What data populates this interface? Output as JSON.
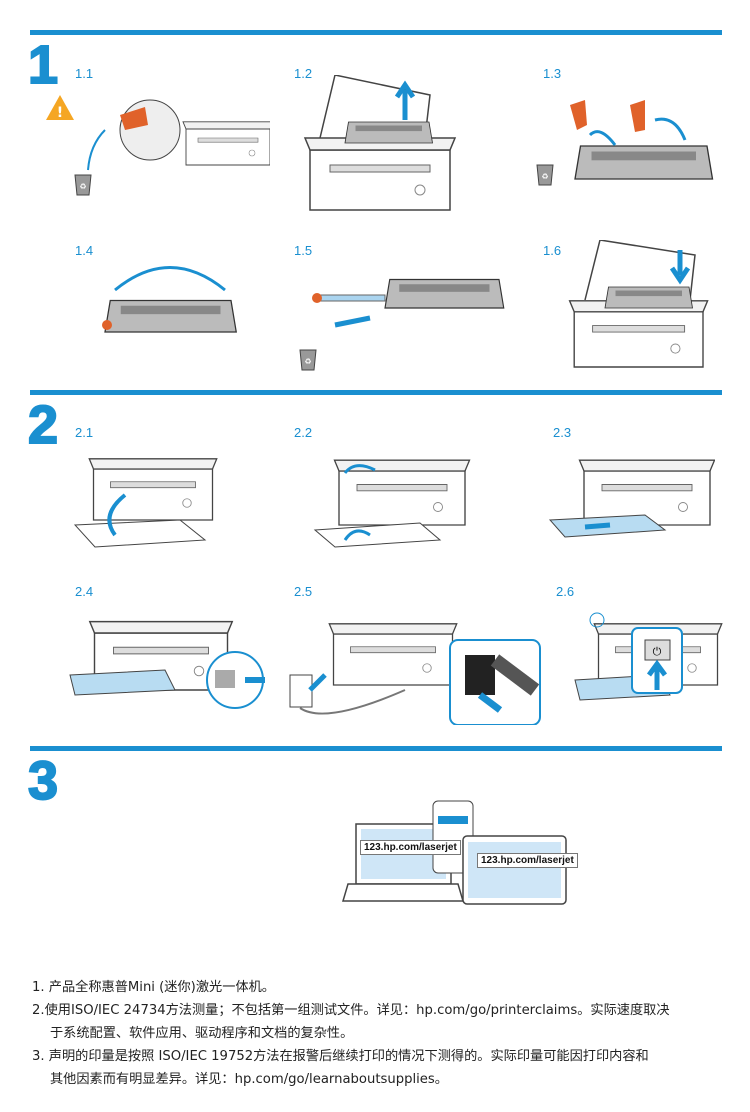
{
  "sections": [
    {
      "number": "1",
      "steps": [
        "1.1",
        "1.2",
        "1.3",
        "1.4",
        "1.5",
        "1.6"
      ]
    },
    {
      "number": "2",
      "steps": [
        "2.1",
        "2.2",
        "2.3",
        "2.4",
        "2.5",
        "2.6"
      ]
    },
    {
      "number": "3"
    }
  ],
  "setup_url": "123.hp.com/laserjet",
  "footnotes": [
    "1. 产品全称惠普Mini (迷你)激光一体机。",
    "2.使用ISO/IEC 24734方法测量；不包括第一组测试文件。详见：hp.com/go/printerclaims。实际速度取决",
    "于系统配置、软件应用、驱动程序和文档的复杂性。",
    "3. 声明的印量是按照 ISO/IEC 19752方法在报警后继续打印的情况下测得的。实际印量可能因打印内容和",
    "其他因素而有明显差异。详见：hp.com/go/learnaboutsupplies。"
  ],
  "colors": {
    "accent": "#1a8fd0",
    "warning": "#f5a623",
    "tab": "#e0622a"
  }
}
